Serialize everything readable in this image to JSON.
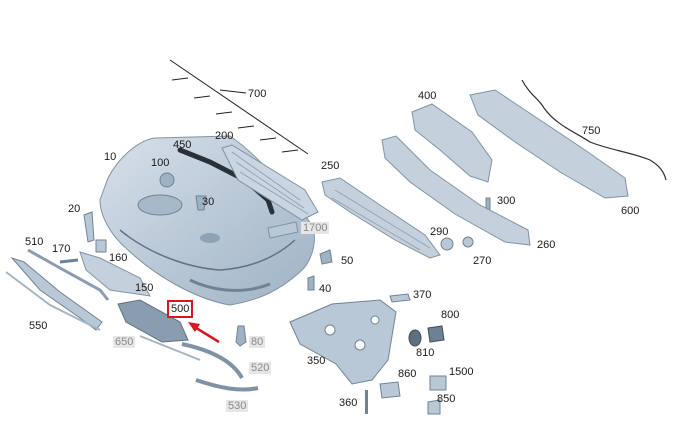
{
  "callouts": {
    "c700": "700",
    "c400": "400",
    "c750": "750",
    "c450": "450",
    "c200": "200",
    "c10": "10",
    "c100": "100",
    "c250": "250",
    "c30": "30",
    "c300": "300",
    "c600": "600",
    "c20": "20",
    "c1700": "1700",
    "c510": "510",
    "c170": "170",
    "c290": "290",
    "c260": "260",
    "c160": "160",
    "c270": "270",
    "c50": "50",
    "c40": "40",
    "c150": "150",
    "c370": "370",
    "c550": "550",
    "c500": "500",
    "c800": "800",
    "c650": "650",
    "c80": "80",
    "c350": "350",
    "c810": "810",
    "c520": "520",
    "c860": "860",
    "c1500": "1500",
    "c850": "850",
    "c360": "360",
    "c530": "530"
  },
  "colors": {
    "part_fill": "#b9c8d6",
    "part_stroke": "#7f93a6",
    "highlight": "#e0141a",
    "leader": "#222222"
  },
  "highlighted_callout": "500"
}
